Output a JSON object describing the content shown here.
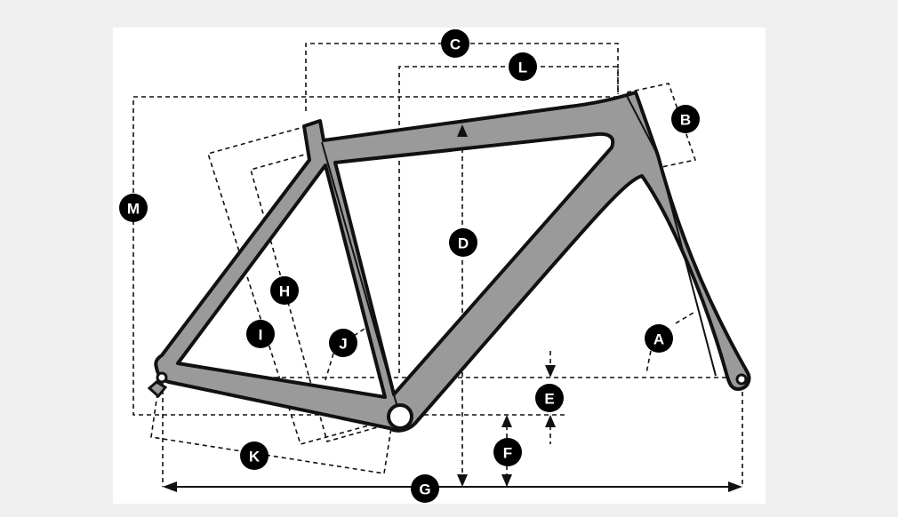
{
  "diagram": {
    "type": "bicycle-frame-geometry",
    "colors": {
      "page_background": "#f0f0f0",
      "panel_background": "#ffffff",
      "frame_fill": "#9a9a9a",
      "line": "#111111",
      "badge_fill": "#000000",
      "badge_text": "#ffffff"
    },
    "measurement_labels": {
      "a": "A",
      "b": "B",
      "c": "C",
      "d": "D",
      "e": "E",
      "f": "F",
      "g": "G",
      "h": "H",
      "i": "I",
      "j": "J",
      "k": "K",
      "l": "L",
      "m": "M"
    }
  }
}
